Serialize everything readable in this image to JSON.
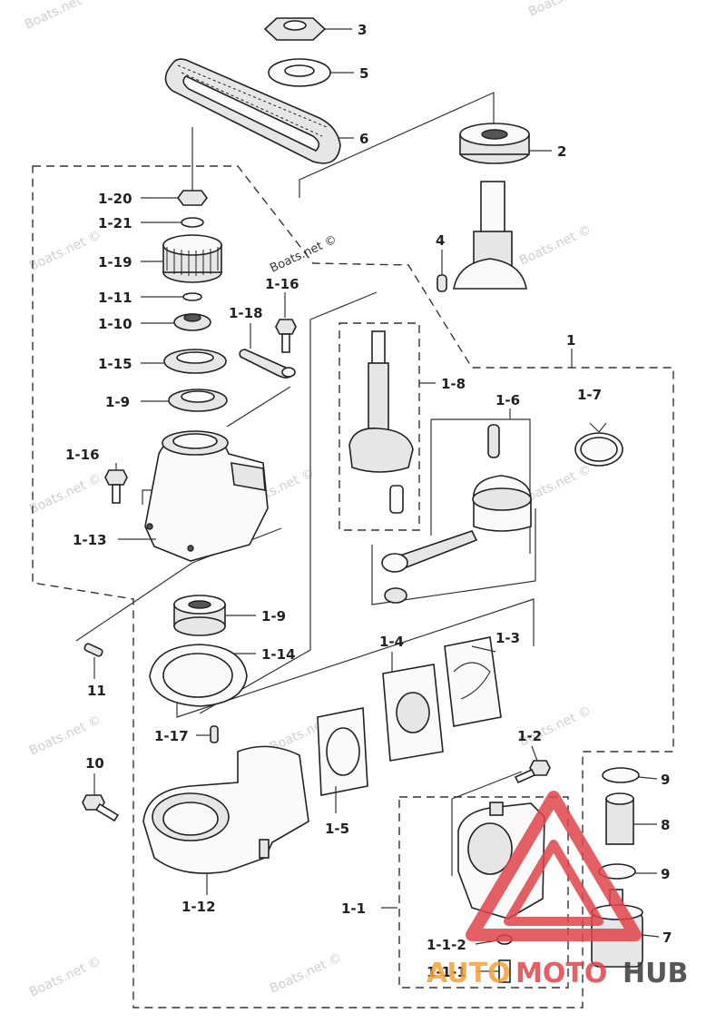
{
  "watermark": "Boats.net ©",
  "brand": {
    "part1": "AUTO",
    "part2": "MOTO",
    "part3": "HUB",
    "color_primary": "#e0454a",
    "color_secondary": "#f3a13a",
    "color_dark": "#3a3a3a"
  },
  "labels": {
    "p3": "3",
    "p5": "5",
    "p6": "6",
    "p2": "2",
    "p4": "4",
    "p1": "1",
    "p1_20": "1-20",
    "p1_21": "1-21",
    "p1_19": "1-19",
    "p1_11": "1-11",
    "p1_10": "1-10",
    "p1_15": "1-15",
    "p1_9a": "1-9",
    "p1_16a": "1-16",
    "p1_16b": "1-16",
    "p1_18": "1-18",
    "p1_8": "1-8",
    "p1_6": "1-6",
    "p1_7": "1-7",
    "p1_13": "1-13",
    "p1_9b": "1-9",
    "p1_14": "1-14",
    "p11": "11",
    "p1_4": "1-4",
    "p1_3": "1-3",
    "p1_17": "1-17",
    "p1_2": "1-2",
    "p10": "10",
    "p1_5": "1-5",
    "p1_12": "1-12",
    "p1_1": "1-1",
    "p1_1_2": "1-1-2",
    "p1_1_1": "1-1-1",
    "p9a": "9",
    "p8": "8",
    "p9b": "9",
    "p7": "7"
  }
}
